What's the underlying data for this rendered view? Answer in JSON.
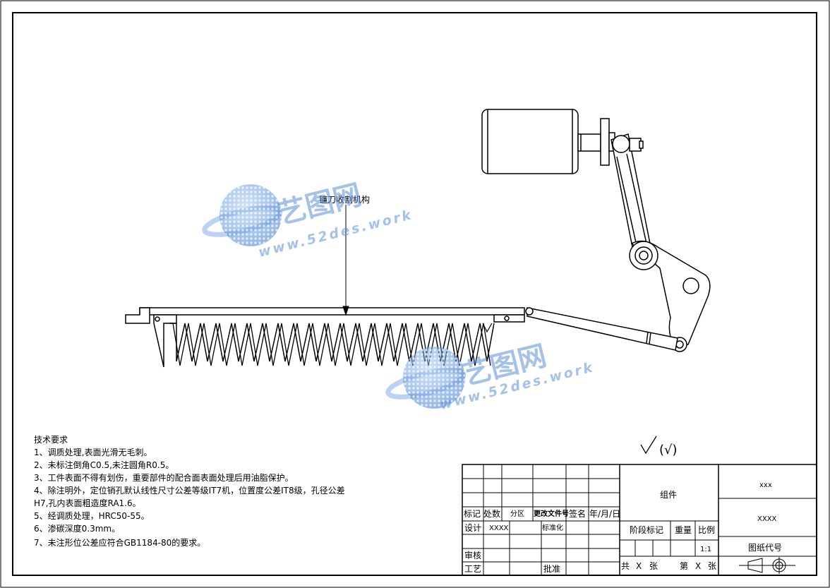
{
  "part_label": "镰刀收割机构",
  "tech_requirements": {
    "title": "技术要求",
    "items": [
      "1、调质处理,表面光滑无毛刺。",
      "2、未标注倒角C0.5,未注圆角R0.5。",
      "3、工件表面不得有划伤，重要部件的配合面表面处理后用油脂保护。",
      "4、除注明外，定位销孔默认线性尺寸公差等级IT7机，位置度公差IT8级，孔径公差",
      "H7,孔内表面粗造度RA1.6。",
      "5、经调质处理，HRC50-55。",
      "6、渗碳深度0.3mm。",
      "7、未注形位公差应符合GB1184-80的要求。"
    ]
  },
  "surface_finish_note": "(√)",
  "title_block": {
    "mark": "标记",
    "count": "处数",
    "zone": "分区",
    "change_doc": "更改文件号",
    "signature": "签名",
    "date": "年/月/日",
    "design": "设计",
    "designer": "XXXX",
    "standardize": "标准化",
    "review": "审核",
    "process": "工艺",
    "approve": "批准",
    "assembly": "组件",
    "stage_mark": "阶段标记",
    "weight": "重量",
    "scale": "比例",
    "scale_value": "1:1",
    "total_prefix": "共",
    "total_x": "X",
    "sheet_unit": "张",
    "sheet_prefix": "第",
    "sheet_x": "X",
    "company": "xxx",
    "drawing_name": "XXXX",
    "drawing_code": "图纸代号"
  },
  "watermarks": [
    {
      "brand": "艺图网",
      "site": "www.52des.work"
    },
    {
      "brand": "艺图网",
      "site": "www.52des.work"
    }
  ]
}
